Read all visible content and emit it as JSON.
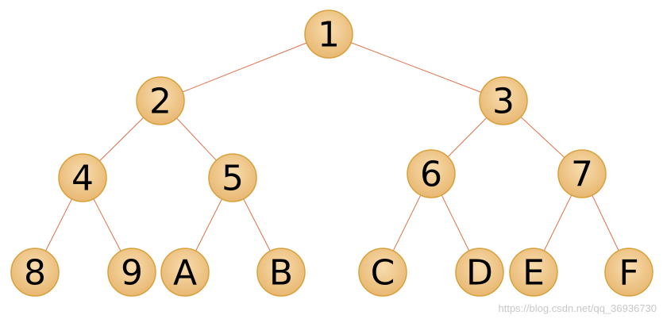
{
  "tree": {
    "nodes": [
      {
        "id": "1",
        "label": "1"
      },
      {
        "id": "2",
        "label": "2"
      },
      {
        "id": "3",
        "label": "3"
      },
      {
        "id": "4",
        "label": "4"
      },
      {
        "id": "5",
        "label": "5"
      },
      {
        "id": "6",
        "label": "6"
      },
      {
        "id": "7",
        "label": "7"
      },
      {
        "id": "8",
        "label": "8"
      },
      {
        "id": "9",
        "label": "9"
      },
      {
        "id": "A",
        "label": "A"
      },
      {
        "id": "B",
        "label": "B"
      },
      {
        "id": "C",
        "label": "C"
      },
      {
        "id": "D",
        "label": "D"
      },
      {
        "id": "E",
        "label": "E"
      },
      {
        "id": "F",
        "label": "F"
      }
    ],
    "edges": [
      [
        "1",
        "2"
      ],
      [
        "1",
        "3"
      ],
      [
        "2",
        "4"
      ],
      [
        "2",
        "5"
      ],
      [
        "3",
        "6"
      ],
      [
        "3",
        "7"
      ],
      [
        "4",
        "8"
      ],
      [
        "4",
        "9"
      ],
      [
        "5",
        "A"
      ],
      [
        "5",
        "B"
      ],
      [
        "6",
        "C"
      ],
      [
        "6",
        "D"
      ],
      [
        "7",
        "E"
      ],
      [
        "7",
        "F"
      ]
    ]
  },
  "colors": {
    "node_fill_light": "#f8dcae",
    "node_fill_dark": "#e8b872",
    "node_stroke": "#d9a13c",
    "edge": "#e0704a"
  },
  "watermark": "https://blog.csdn.net/qq_36936730"
}
